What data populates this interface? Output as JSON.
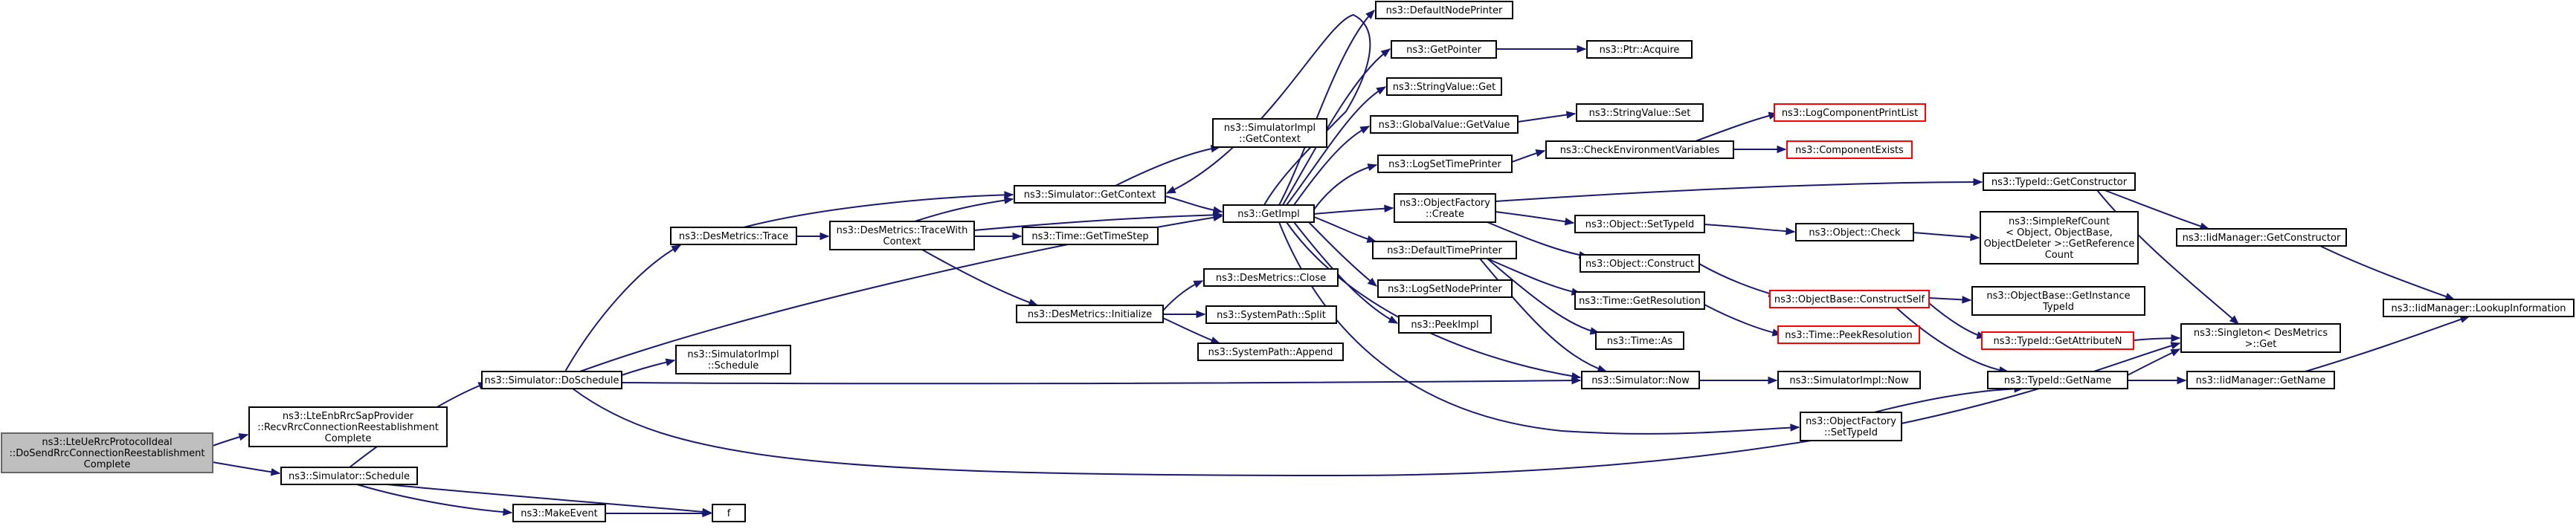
{
  "colors": {
    "edge": "#191970",
    "node_border": "#000000",
    "node_border_undocumented": "#ff0000",
    "root_fill": "#bfbfbf",
    "root_border": "#666666"
  },
  "nodes": {
    "lte_send": [
      "ns3::LteUeRrcProtocolIdeal",
      "::DoSendRrcConnectionReestablishment",
      "Complete"
    ],
    "recv_rrc": [
      "ns3::LteEnbRrcSapProvider",
      "::RecvRrcConnectionReestablishment",
      "Complete"
    ],
    "sim_schedule": [
      "ns3::Simulator::Schedule"
    ],
    "sim_doschedule": [
      "ns3::Simulator::DoSchedule"
    ],
    "make_event": [
      "ns3::MakeEvent"
    ],
    "f": [
      "f"
    ],
    "des_trace": [
      "ns3::DesMetrics::Trace"
    ],
    "simimpl_schedule": [
      "ns3::SimulatorImpl",
      "::Schedule"
    ],
    "des_tracewith": [
      "ns3::DesMetrics::TraceWith",
      "Context"
    ],
    "des_init": [
      "ns3::DesMetrics::Initialize"
    ],
    "sim_getcontext": [
      "ns3::Simulator::GetContext"
    ],
    "time_gettimestep": [
      "ns3::Time::GetTimeStep"
    ],
    "des_close": [
      "ns3::DesMetrics::Close"
    ],
    "syspath_split": [
      "ns3::SystemPath::Split"
    ],
    "syspath_append": [
      "ns3::SystemPath::Append"
    ],
    "simimpl_getcontext": [
      "ns3::SimulatorImpl",
      "::GetContext"
    ],
    "getimpl": [
      "ns3::GetImpl"
    ],
    "default_node_printer": [
      "ns3::DefaultNodePrinter"
    ],
    "getpointer": [
      "ns3::GetPointer"
    ],
    "ptr_acquire": [
      "ns3::Ptr::Acquire"
    ],
    "stringvalue_get": [
      "ns3::StringValue::Get"
    ],
    "globalvalue_getvalue": [
      "ns3::GlobalValue::GetValue"
    ],
    "stringvalue_set": [
      "ns3::StringValue::Set"
    ],
    "log_component_printlist": [
      "ns3::LogComponentPrintList"
    ],
    "log_settimeprinter": [
      "ns3::LogSetTimePrinter"
    ],
    "check_env": [
      "ns3::CheckEnvironmentVariables"
    ],
    "component_exists": [
      "ns3::ComponentExists"
    ],
    "objfactory_create": [
      "ns3::ObjectFactory",
      "::Create"
    ],
    "typeid_getconstructor": [
      "ns3::TypeId::GetConstructor"
    ],
    "object_settypeid": [
      "ns3::Object::SetTypeId"
    ],
    "object_check": [
      "ns3::Object::Check"
    ],
    "simplerefcount": [
      "ns3::SimpleRefCount",
      "< Object, ObjectBase,",
      "ObjectDeleter >::GetReference",
      "Count"
    ],
    "iidmanager_getconstructor": [
      "ns3::IidManager::GetConstructor"
    ],
    "default_time_printer": [
      "ns3::DefaultTimePrinter"
    ],
    "object_construct": [
      "ns3::Object::Construct"
    ],
    "objectbase_constructself": [
      "ns3::ObjectBase::ConstructSelf"
    ],
    "objectbase_getinstance": [
      "ns3::ObjectBase::GetInstance",
      "TypeId"
    ],
    "iidmanager_lookupinfo": [
      "ns3::IidManager::LookupInformation"
    ],
    "log_setnodeprinter": [
      "ns3::LogSetNodePrinter"
    ],
    "time_getresolution": [
      "ns3::Time::GetResolution"
    ],
    "time_peekresolution": [
      "ns3::Time::PeekResolution"
    ],
    "typeid_getattributen": [
      "ns3::TypeId::GetAttributeN"
    ],
    "singleton_get": [
      "ns3::Singleton< DesMetrics",
      " >::Get"
    ],
    "peekimpl": [
      "ns3::PeekImpl"
    ],
    "time_as": [
      "ns3::Time::As"
    ],
    "sim_now": [
      "ns3::Simulator::Now"
    ],
    "simimpl_now": [
      "ns3::SimulatorImpl::Now"
    ],
    "typeid_getname": [
      "ns3::TypeId::GetName"
    ],
    "iidmanager_getname": [
      "ns3::IidManager::GetName"
    ],
    "objfactory_settypeid": [
      "ns3::ObjectFactory",
      "::SetTypeId"
    ]
  }
}
